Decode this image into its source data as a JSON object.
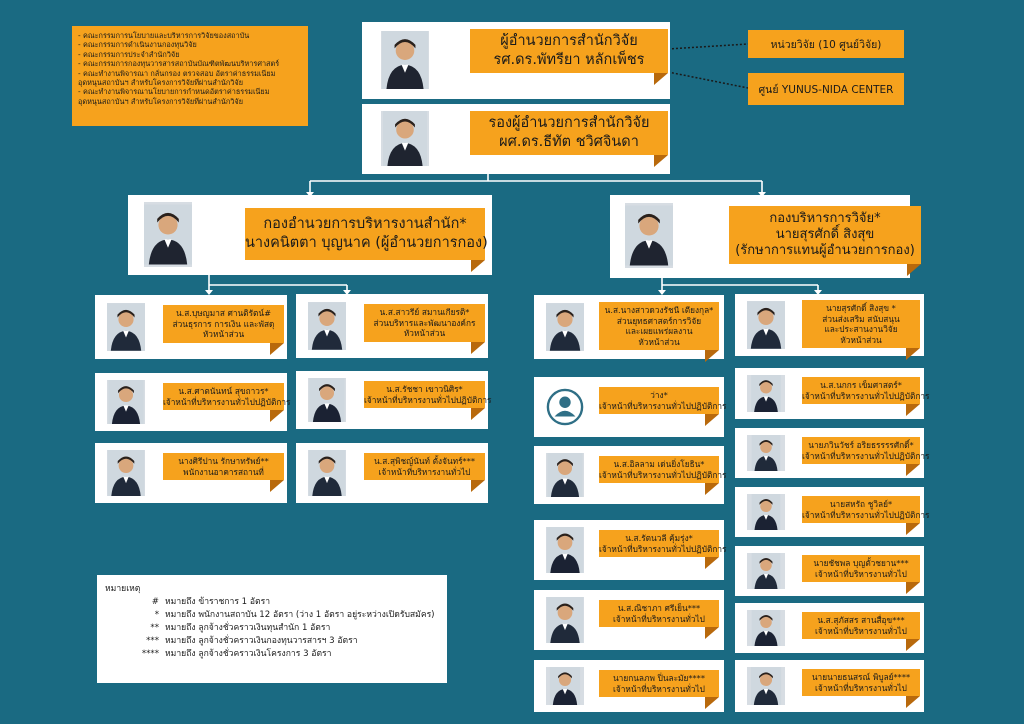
{
  "committee": [
    "- คณะกรรมการนโยบายและบริหารการวิจัยของสถาบัน",
    "- คณะกรรมการดำเนินงานกองทุนวิจัย",
    "- คณะกรรมการประจำสำนักวิจัย",
    "- คณะกรรมการกองทุนวารสารสถาบันบัณฑิตพัฒนบริหารศาสตร์",
    "- คณะทำงานพิจารณา กลั่นกรอง ตรวจสอบ อัตราค่าธรรมเนียม",
    "  อุดหนุนสถาบันฯ สำหรับโครงการวิจัยที่ผ่านสำนักวิจัย",
    "- คณะทำงานพิจารณานโยบายการกำหนดอัตราค่าธรรมเนียม",
    "  อุดหนุนสถาบันฯ สำหรับโครงการวิจัยที่ผ่านสำนักวิจัย"
  ],
  "director": {
    "line1": "ผู้อำนวยการสำนักวิจัย",
    "line2": "รศ.ดร.พัทรียา หลักเพ็ชร"
  },
  "deputy": {
    "line1": "รองผู้อำนวยการสำนักวิจัย",
    "line2": "ผศ.ดร.ธีทัต ชวิศจินดา"
  },
  "units": {
    "research": "หน่วยวิจัย (10 ศูนย์วิจัย)",
    "yunus": "ศูนย์ YUNUS-NIDA CENTER"
  },
  "left_division": {
    "line1": "กองอำนวยการบริหารงานสำนัก*",
    "line2": "นางคนิตตา บุญนาค (ผู้อำนวยการกอง)"
  },
  "right_division": {
    "line1": "กองบริหารการวิจัย*",
    "line2": "นายสุรศักดิ์ สิงสุข",
    "line3": "(รักษาการแทนผู้อำนวยการกอง)"
  },
  "staff_l1": [
    {
      "l1": "น.ส.บุษญมาส ศานติรัตน์#",
      "l2": "ส่วนธุรการ การเงิน และพัสดุ",
      "l3": "หัวหน้าส่วน"
    },
    {
      "l1": "น.ส.ศาตนันทน์ สุขถาวร*",
      "l2": "เจ้าหน้าที่บริหารงานทั่วไปปฏิบัติการ"
    },
    {
      "l1": "นางศิรีปาน รักษาทรัพย์**",
      "l2": "พนักงานอาคารสถานที่"
    }
  ],
  "staff_l2": [
    {
      "l1": "น.ส.สาวรีย์ สมานเกียรติ*",
      "l2": "ส่วนบริหารและพัฒนาองค์กร",
      "l3": "หัวหน้าส่วน"
    },
    {
      "l1": "น.ส.รัชชา เขาวนิศิร*",
      "l2": "เจ้าหน้าที่บริหารงานทั่วไปปฏิบัติการ"
    },
    {
      "l1": "น.ส.สุพิชญ์นันท์ ตั้งจันทร์***",
      "l2": "เจ้าหน้าที่บริหารงานทั่วไป"
    }
  ],
  "staff_r1": [
    {
      "l1": "น.ส.นางสาวดวงรัชนี เตียงกุล*",
      "l2": "ส่วนยุทธศาสตร์การวิจัย",
      "l3": "และเผยแพร่ผลงาน",
      "l4": "หัวหน้าส่วน"
    },
    {
      "l1": "ว่าง*",
      "l2": "เจ้าหน้าที่บริหารงานทั่วไปปฏิบัติการ"
    },
    {
      "l1": "น.ส.อิลลาม เด่นยิ่งโยธิน*",
      "l2": "เจ้าหน้าที่บริหารงานทั่วไปปฏิบัติการ"
    },
    {
      "l1": "น.ส.รัตนวลี คุ้มรุ่ง*",
      "l2": "เจ้าหน้าที่บริหารงานทั่วไปปฏิบัติการ"
    },
    {
      "l1": "น.ส.ณิชาภา ศรีเย็น***",
      "l2": "เจ้าหน้าที่บริหารงานทั่วไป"
    },
    {
      "l1": "นายกนลภพ ปิ่นละมัย****",
      "l2": "เจ้าหน้าที่บริหารงานทั่วไป"
    }
  ],
  "staff_r2": [
    {
      "l1": "นายสุรศักดิ์ สิงสุข *",
      "l2": "ส่วนส่งเสริม สนับสนุน",
      "l3": "และประสานงานวิจัย",
      "l4": "หัวหน้าส่วน"
    },
    {
      "l1": "น.ส.นกกร เข็มศาสตร์*",
      "l2": "เจ้าหน้าที่บริหารงานทั่วไปปฏิบัติการ"
    },
    {
      "l1": "นายภวินวัชร์ อริยธรรรรศักดิ์*",
      "l2": "เจ้าหน้าที่บริหารงานทั่วไปปฏิบัติการ"
    },
    {
      "l1": "นายสหรัถ ชูวิลย์*",
      "l2": "เจ้าหน้าที่บริหารงานทั่วไปปฏิบัติการ"
    },
    {
      "l1": "นายชัชพล บุญตั้วชยาน***",
      "l2": "เจ้าหน้าที่บริหารงานทั่วไป"
    },
    {
      "l1": "น.ส.สุภัสสร สานสื่อุข***",
      "l2": "เจ้าหน้าที่บริหารงานทั่วไป"
    },
    {
      "l1": "นายนายธนสรณ์ พิบูลย์****",
      "l2": "เจ้าหน้าที่บริหารงานทั่วไป"
    }
  ],
  "legend": {
    "title": "หมายเหตุ",
    "rows": [
      {
        "sym": "#",
        "text": "หมายถึง ข้าราชการ 1 อัตรา"
      },
      {
        "sym": "*",
        "text": "หมายถึง พนักงานสถาบัน 12 อัตรา (ว่าง 1 อัตรา อยู่ระหว่างเปิดรับสมัคร)"
      },
      {
        "sym": "**",
        "text": "หมายถึง ลูกจ้างชั่วคราวเงินทุนสำนัก 1 อัตรา"
      },
      {
        "sym": "***",
        "text": "หมายถึง ลูกจ้างชั่วคราวเงินกองทุนวารสารฯ 3 อัตรา"
      },
      {
        "sym": "****",
        "text": "หมายถึง ลูกจ้างชั่วคราวเงินโครงการ 3 อัตรา"
      }
    ]
  },
  "colors": {
    "background": "#1a6a82",
    "label": "#f6a21d",
    "fold": "#b8690c",
    "card": "#ffffff"
  }
}
